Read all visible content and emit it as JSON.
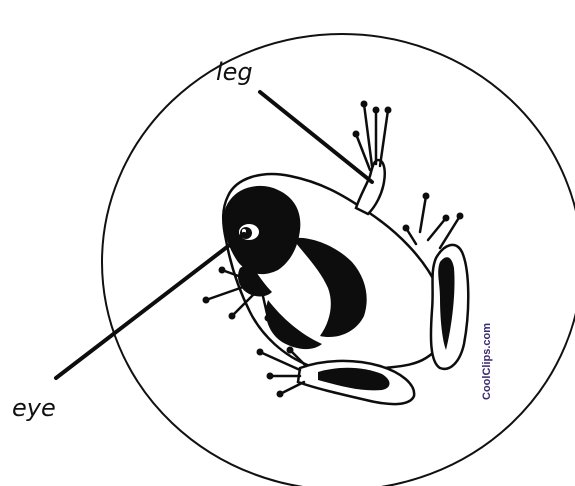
{
  "labels": {
    "leg": "leg",
    "eye": "eye"
  },
  "watermark": "CoolClips.com",
  "colors": {
    "outline": "#111111",
    "ink": "#0d0d0d",
    "background": "#ffffff",
    "watermark": "#3a2a6e"
  }
}
